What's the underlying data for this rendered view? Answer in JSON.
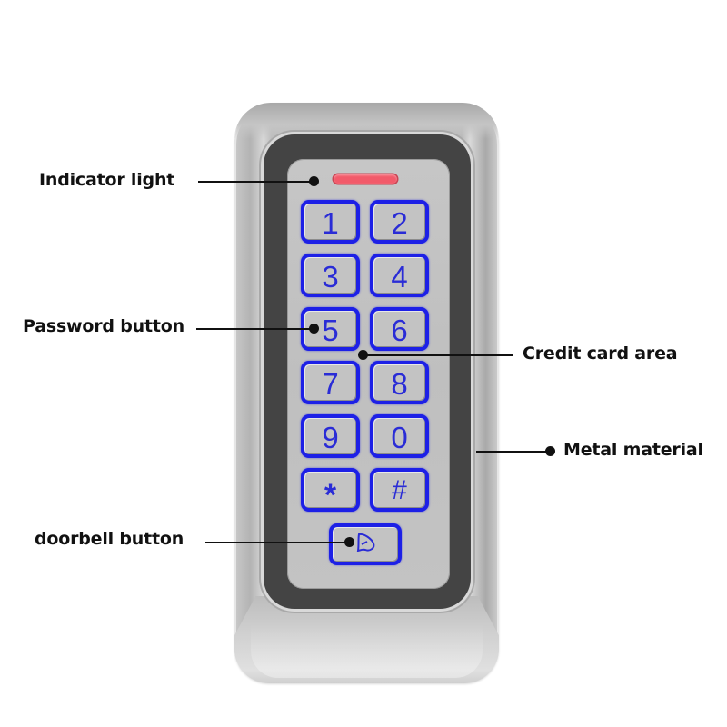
{
  "product": {
    "type": "metal keypad access controller",
    "indicator_color": "#f25a6a",
    "key_color": "#1d20e6",
    "keys": [
      {
        "label": "1"
      },
      {
        "label": "2"
      },
      {
        "label": "3"
      },
      {
        "label": "4"
      },
      {
        "label": "5"
      },
      {
        "label": "6"
      },
      {
        "label": "7"
      },
      {
        "label": "8"
      },
      {
        "label": "9"
      },
      {
        "label": "0"
      },
      {
        "label": "*"
      },
      {
        "label": "#"
      }
    ],
    "doorbell_icon": "bell-icon"
  },
  "callouts": {
    "indicator": "Indicator light",
    "password": "Password button",
    "card_area": "Credit card area",
    "metal": "Metal material",
    "doorbell": "doorbell button"
  }
}
